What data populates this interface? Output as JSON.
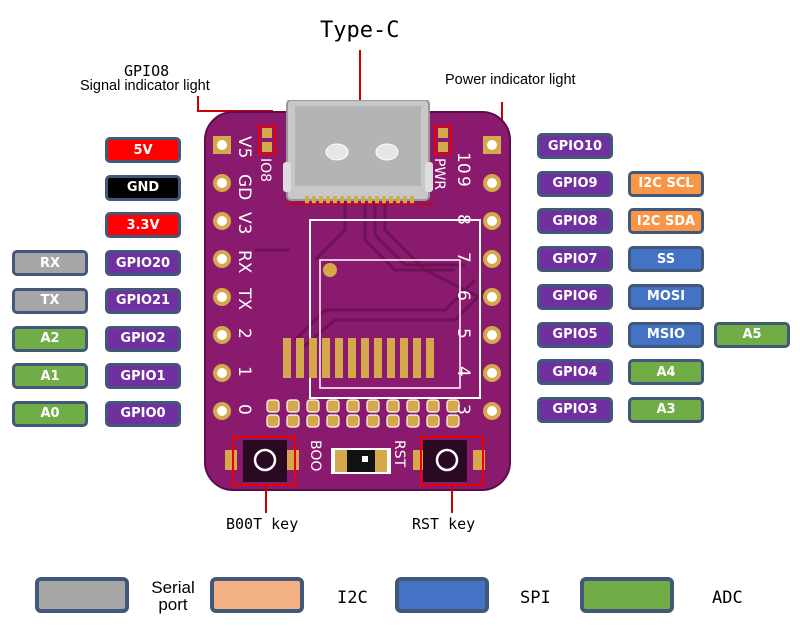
{
  "title": "Type-C",
  "annotations": {
    "signal_light_line1": "GPIO8",
    "signal_light_line2": "Signal indicator light",
    "power_light": "Power indicator light",
    "boot_key": "B00T key",
    "rst_key": "RST key"
  },
  "colors": {
    "power": "#ff0000",
    "ground": "#000000",
    "gpio": "#7030a0",
    "serial": "#a6a6a6",
    "i2c": "#f79646",
    "spi": "#4472c4",
    "adc": "#70ad47",
    "chip_border": "#41587a",
    "board": "#8a1a6e",
    "pad": "#d4a84b"
  },
  "left_pins": [
    {
      "pin": "5V",
      "type": "power",
      "alt": null
    },
    {
      "pin": "GND",
      "type": "ground",
      "alt": null
    },
    {
      "pin": "3.3V",
      "type": "power",
      "alt": null
    },
    {
      "pin": "GPIO20",
      "type": "gpio",
      "alt": {
        "label": "RX",
        "type": "serial"
      }
    },
    {
      "pin": "GPIO21",
      "type": "gpio",
      "alt": {
        "label": "TX",
        "type": "serial"
      }
    },
    {
      "pin": "GPIO2",
      "type": "gpio",
      "alt": {
        "label": "A2",
        "type": "adc"
      }
    },
    {
      "pin": "GPIO1",
      "type": "gpio",
      "alt": {
        "label": "A1",
        "type": "adc"
      }
    },
    {
      "pin": "GPIO0",
      "type": "gpio",
      "alt": {
        "label": "A0",
        "type": "adc"
      }
    }
  ],
  "right_pins": [
    {
      "pin": "GPIO10",
      "type": "gpio",
      "alt": null,
      "alt2": null
    },
    {
      "pin": "GPIO9",
      "type": "gpio",
      "alt": {
        "label": "I2C SCL",
        "type": "i2c"
      },
      "alt2": null
    },
    {
      "pin": "GPIO8",
      "type": "gpio",
      "alt": {
        "label": "I2C SDA",
        "type": "i2c"
      },
      "alt2": null
    },
    {
      "pin": "GPIO7",
      "type": "gpio",
      "alt": {
        "label": "SS",
        "type": "spi"
      },
      "alt2": null
    },
    {
      "pin": "GPIO6",
      "type": "gpio",
      "alt": {
        "label": "MOSI",
        "type": "spi"
      },
      "alt2": null
    },
    {
      "pin": "GPIO5",
      "type": "gpio",
      "alt": {
        "label": "MSIO",
        "type": "spi"
      },
      "alt2": {
        "label": "A5",
        "type": "adc"
      }
    },
    {
      "pin": "GPIO4",
      "type": "gpio",
      "alt": {
        "label": "A4",
        "type": "adc"
      },
      "alt2": null
    },
    {
      "pin": "GPIO3",
      "type": "gpio",
      "alt": {
        "label": "A3",
        "type": "adc"
      },
      "alt2": null
    }
  ],
  "silkscreen": {
    "left": [
      "V5",
      "GD",
      "V3",
      "RX",
      "TX",
      "2",
      "1",
      "0"
    ],
    "right": [
      "10",
      "9",
      "8",
      "7",
      "6",
      "5",
      "4",
      "3"
    ],
    "io8": "IO8",
    "pwr": "PWR",
    "boo": "BOO",
    "rst": "RST"
  },
  "legend": [
    {
      "label": "Serial port",
      "type": "serial"
    },
    {
      "label": "I2C",
      "type": "i2c"
    },
    {
      "label": "SPI",
      "type": "spi"
    },
    {
      "label": "ADC",
      "type": "adc"
    }
  ]
}
